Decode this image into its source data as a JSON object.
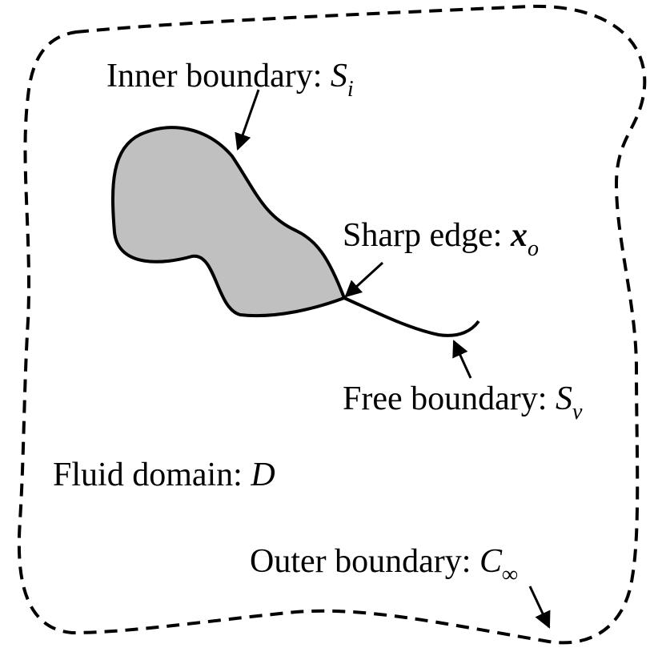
{
  "labels": {
    "inner": {
      "text": "Inner boundary: ",
      "symbol": "S",
      "subscript": "i"
    },
    "sharp": {
      "text": "Sharp edge: ",
      "symbol": "x",
      "subscript": "o"
    },
    "free": {
      "text": "Free boundary: ",
      "symbol": "S",
      "subscript": "v"
    },
    "fluid": {
      "text": "Fluid domain: ",
      "symbol": "D"
    },
    "outer": {
      "text": "Outer boundary: ",
      "symbol": "C",
      "subscript": "∞"
    }
  },
  "colors": {
    "stroke": "#000000",
    "body_fill": "#c0c0c0",
    "background": "#ffffff"
  }
}
